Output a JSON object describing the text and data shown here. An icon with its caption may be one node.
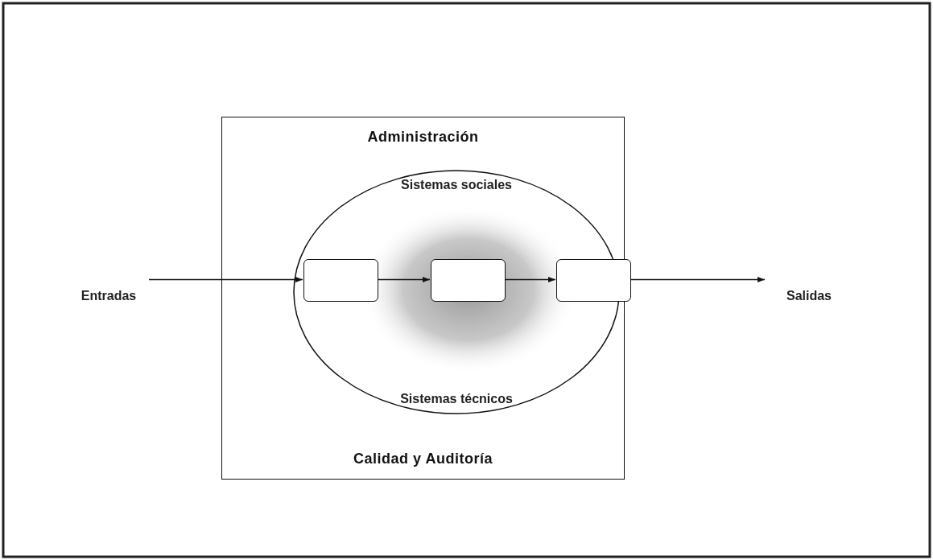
{
  "diagram": {
    "nodes": [
      {
        "text": [
          "Administración",
          "Calidad y Auditoría"
        ]
      },
      {
        "text": [
          "Sistemas sociales",
          "Sistemas técnicos"
        ],
        "in": 0
      },
      {
        "text": [],
        "shape": "box",
        "in": 1
      },
      {
        "text": [],
        "shape": "box",
        "in": 1
      },
      {
        "text": [],
        "shape": "box",
        "in": 1
      },
      {
        "text": [
          "Entradas"
        ]
      },
      {
        "text": [
          "Salidas"
        ]
      }
    ],
    "edges": [
      {
        "from": 5,
        "to": 2,
        "arrow": "to"
      },
      {
        "from": 2,
        "to": 3,
        "arrow": "to"
      },
      {
        "from": 3,
        "to": 4,
        "arrow": "to"
      },
      {
        "from": 4,
        "to": 6,
        "arrow": "to"
      }
    ]
  }
}
